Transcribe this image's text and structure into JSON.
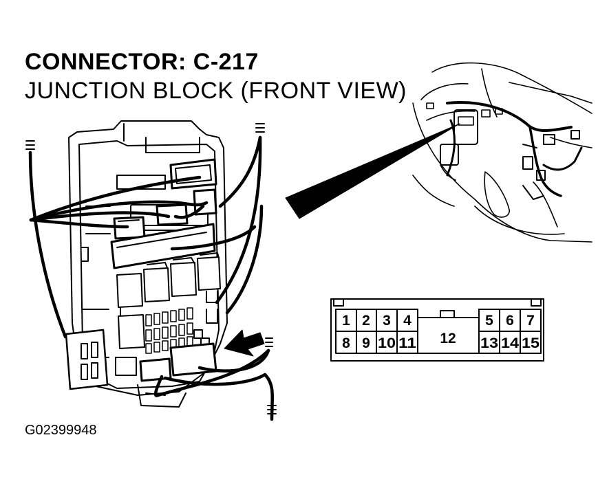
{
  "title": "CONNECTOR: C-217",
  "subtitle": "JUNCTION BLOCK (FRONT VIEW)",
  "figure_id": "G02399948",
  "connector": {
    "top_row_left": [
      "1",
      "2",
      "3",
      "4"
    ],
    "center_pin": "12",
    "top_row_right": [
      "5",
      "6",
      "7"
    ],
    "bottom_row_left": [
      "8",
      "9",
      "10",
      "11"
    ],
    "bottom_row_right": [
      "13",
      "14",
      "15"
    ]
  },
  "colors": {
    "ink": "#000000",
    "paper": "#ffffff"
  }
}
